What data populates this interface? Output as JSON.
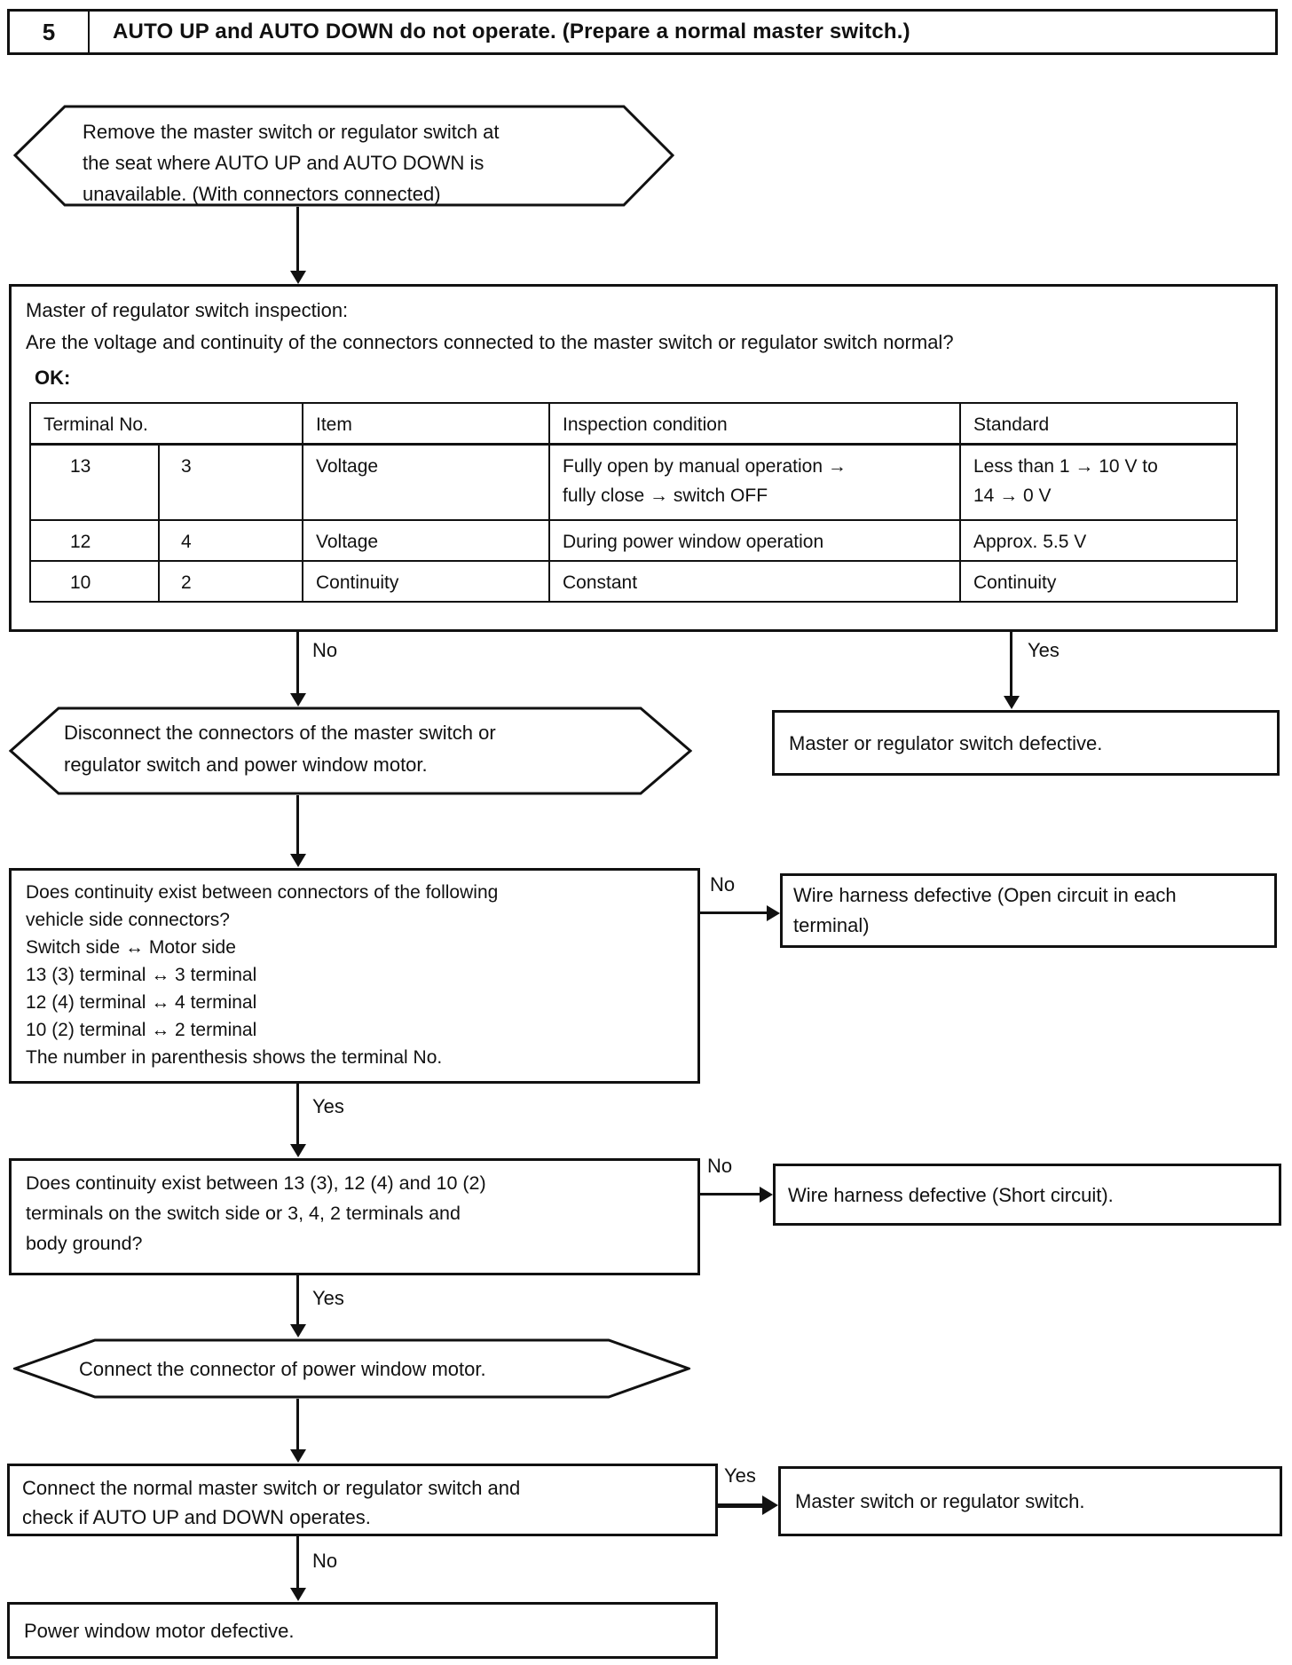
{
  "header": {
    "number": "5",
    "title": "AUTO UP and AUTO DOWN do not operate. (Prepare a normal master switch.)"
  },
  "labels": {
    "yes": "Yes",
    "no": "No"
  },
  "flow": {
    "start_hex": {
      "lines": [
        "Remove the master switch or regulator switch at",
        "the seat where AUTO UP and AUTO DOWN is",
        "unavailable. (With connectors connected)"
      ]
    },
    "inspection": {
      "title": "Master of regulator switch inspection:",
      "question": "Are the voltage and continuity of the connectors connected to the master switch or regulator switch normal?",
      "ok": "OK:",
      "table": {
        "headers": {
          "terminal": "Terminal No.",
          "item": "Item",
          "condition": "Inspection condition",
          "standard": "Standard"
        },
        "rows": [
          {
            "t1": "13",
            "t2": "3",
            "item": "Voltage",
            "condition_lines": [
              "Fully open by manual operation →",
              "fully close → switch OFF"
            ],
            "standard_lines": [
              "Less than 1 → 10 V to",
              "14 → 0 V"
            ]
          },
          {
            "t1": "12",
            "t2": "4",
            "item": "Voltage",
            "condition_lines": [
              "During power window operation"
            ],
            "standard_lines": [
              "Approx. 5.5 V"
            ]
          },
          {
            "t1": "10",
            "t2": "2",
            "item": "Continuity",
            "condition_lines": [
              "Constant"
            ],
            "standard_lines": [
              "Continuity"
            ]
          }
        ]
      }
    },
    "switch_defective": "Master or regulator switch defective.",
    "disconnect_hex": {
      "lines": [
        "Disconnect the connectors of the master switch or",
        "regulator switch and power window motor."
      ]
    },
    "continuity_q1": {
      "lines": [
        "Does continuity exist between connectors of the following",
        "vehicle side connectors?",
        "Switch side ↔ Motor side",
        "13 (3) terminal ↔ 3 terminal",
        "12 (4) terminal ↔ 4 terminal",
        "10 (2) terminal ↔ 2 terminal",
        "The number in parenthesis shows the terminal No."
      ]
    },
    "open_circuit": {
      "lines": [
        "Wire harness defective (Open circuit in each",
        "terminal)"
      ]
    },
    "continuity_q2": {
      "lines": [
        "Does continuity exist between 13 (3), 12 (4) and 10 (2)",
        "terminals on the switch side or 3, 4, 2 terminals and",
        "body ground?"
      ]
    },
    "short_circuit": "Wire harness defective (Short circuit).",
    "connect_motor_hex": "Connect the connector of power window motor.",
    "connect_normal": {
      "lines": [
        "Connect the normal master switch or regulator switch and",
        "check if AUTO UP and DOWN operates."
      ]
    },
    "master_switch_result": "Master switch or regulator switch.",
    "motor_defective": "Power window motor defective."
  }
}
